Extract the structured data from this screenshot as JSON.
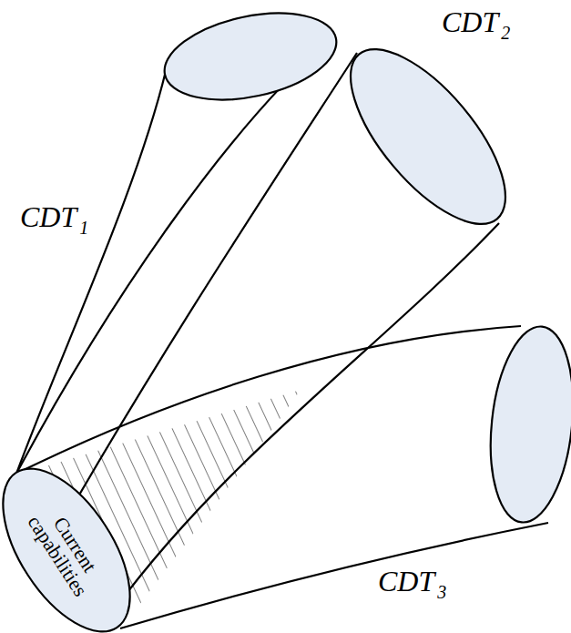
{
  "diagram": {
    "nodes": [
      {
        "text": [
          "Current capabilities"
        ]
      }
    ],
    "labels": [
      "CDT1",
      "CDT2",
      "CDT3"
    ]
  }
}
